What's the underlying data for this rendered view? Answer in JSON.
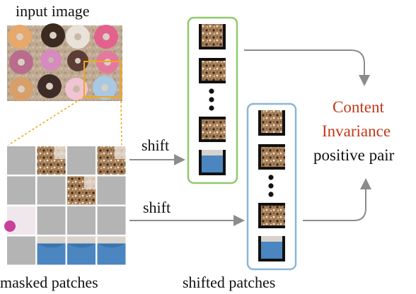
{
  "labels": {
    "input_image": "input image",
    "masked_patches": "masked patches",
    "shifted_patches": "shifted patches",
    "shift_top": "shift",
    "shift_bottom": "shift",
    "content": "Content",
    "invariance": "Invariance",
    "positive_pair": "positive pair"
  },
  "colors": {
    "accent_red": "#c0391b",
    "green_border": "#8fca6e",
    "blue_border": "#8ab6d8",
    "highlight_box": "#f0a818",
    "arrow": "#8c8c8c",
    "mask_gray": "#b4b4b4"
  },
  "mask_grid": [
    [
      "mask",
      "donut",
      "mask",
      "donut"
    ],
    [
      "mask",
      "mask",
      "donut",
      "mask"
    ],
    [
      "pink",
      "mask",
      "mask",
      "mask"
    ],
    [
      "mask",
      "blue",
      "blue",
      "blue"
    ]
  ]
}
